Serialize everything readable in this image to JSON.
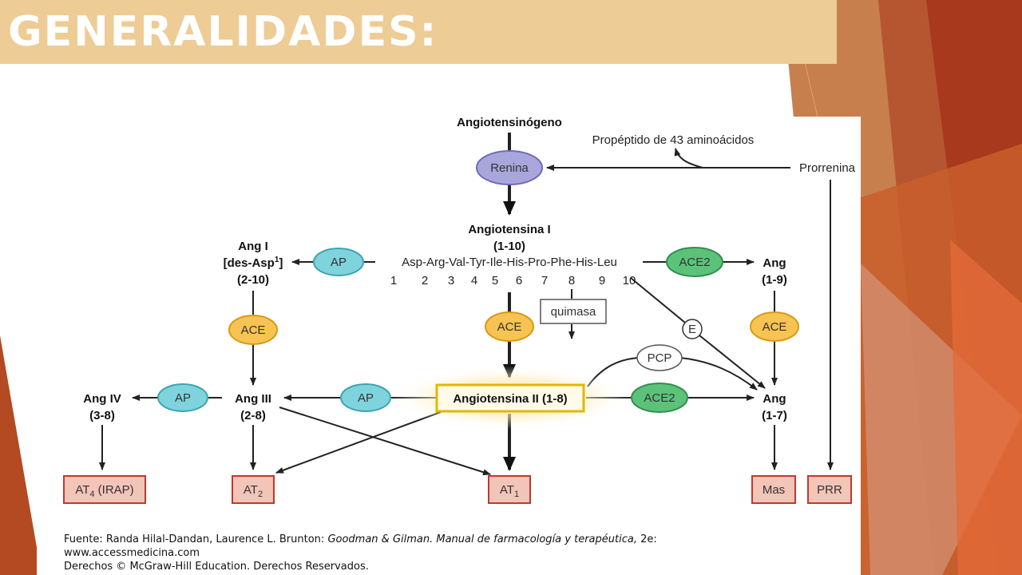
{
  "slide": {
    "title": "GENERALIDADES:"
  },
  "diagram": {
    "angiotensinogen": "Angiotensinógeno",
    "propeptide": "Propéptido de 43 aminoácidos",
    "prorenin": "Prorrenina",
    "renin": "Renina",
    "ang1_title": "Angiotensina I",
    "ang1_range": "(1-10)",
    "sequence": "Asp-Arg-Val-Tyr-Ile-His-Pro-Phe-His-Leu",
    "positions": [
      "1",
      "2",
      "3",
      "4",
      "5",
      "6",
      "7",
      "8",
      "9",
      "10"
    ],
    "ang1_des_line1": "Ang I",
    "ang1_des_line2a": "[des-Asp",
    "ang1_des_sup": "1",
    "ang1_des_line2b": "]",
    "ang1_des_line3": "(2-10)",
    "ap": "AP",
    "ace": "ACE",
    "ace2": "ACE2",
    "chymase": "quimasa",
    "e": "E",
    "pcp": "PCP",
    "ang19_line1": "Ang",
    "ang19_line2": "(1-9)",
    "ang17_line1": "Ang",
    "ang17_line2": "(1-7)",
    "ang2": "Angiotensina II (1-8)",
    "ang3_line1": "Ang III",
    "ang3_line2": "(2-8)",
    "ang4_line1": "Ang IV",
    "ang4_line2": "(3-8)",
    "at4": "AT",
    "at4_sub": "4",
    "at4_suffix": " (IRAP)",
    "at2": "AT",
    "at2_sub": "2",
    "at1": "AT",
    "at1_sub": "1",
    "mas": "Mas",
    "prr": "PRR",
    "colors": {
      "renin": "#a9a6dc",
      "ap": "#7fd3dc",
      "ace": "#f7c352",
      "ace2": "#5cc27a",
      "receptor_fill": "#f3c4b8",
      "receptor_border": "#c0392b",
      "ang2_border": "#e0b800"
    }
  },
  "source": {
    "line1_prefix": "Fuente: Randa Hilal-Dandan, Laurence L. Brunton: ",
    "line1_italic": "Goodman & Gilman. Manual de farmacología y terapéutica,",
    "line1_suffix": " 2e:",
    "line2": "www.accessmedicina.com",
    "line3": "Derechos © McGraw-Hill Education. Derechos Reservados."
  }
}
